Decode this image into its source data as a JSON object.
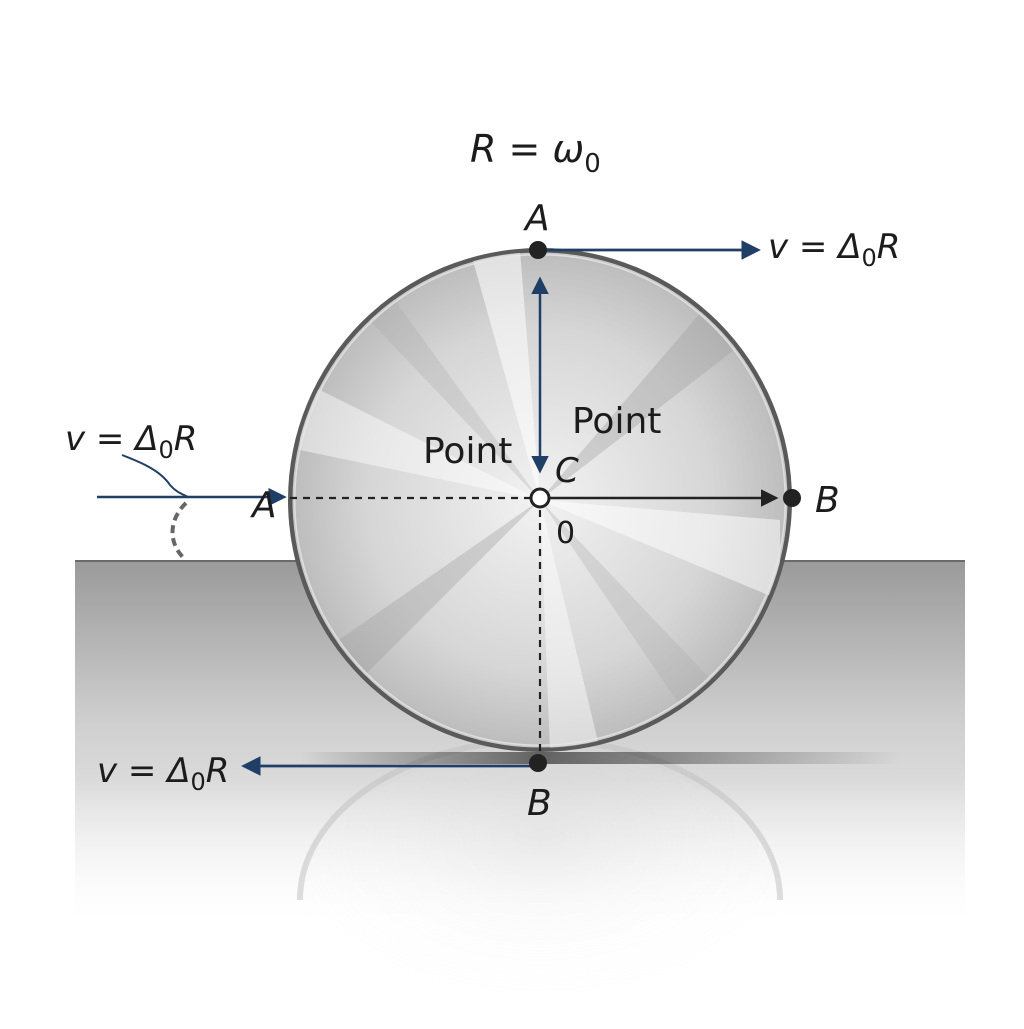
{
  "diagram": {
    "top_formula": {
      "main": "R = ω",
      "sub": "0"
    },
    "point_top": "A",
    "point_left": "A",
    "point_right": "B",
    "point_bottom": "B",
    "center_letter": "C",
    "center_zero": "0",
    "label_point_left": "Point",
    "label_point_right": "Point",
    "velocity_top": {
      "pre": "v = Δ",
      "sub": "0",
      "post": "R"
    },
    "velocity_left": {
      "pre": "v = Δ",
      "sub": "0",
      "post": "R"
    },
    "velocity_bottom": {
      "pre": "v = Δ",
      "sub": "0",
      "post": "R"
    }
  },
  "colors": {
    "arrow_blue": "#1f3f66",
    "arrow_dark": "#222222",
    "rim": "#4a4a4a",
    "ground_top": "#9a9a9a",
    "ground_bottom": "#f4f4f4"
  }
}
